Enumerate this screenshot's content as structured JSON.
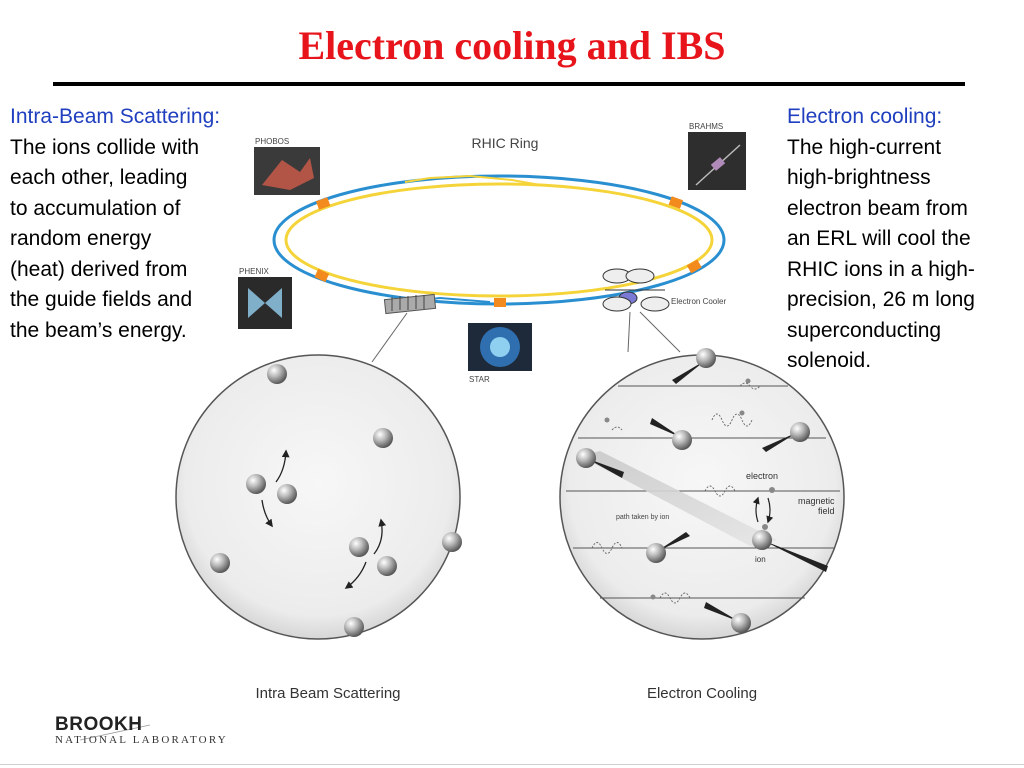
{
  "title": "Electron cooling and IBS",
  "left_panel": {
    "heading": "Intra-Beam Scattering:",
    "lines": [
      "The ions collide with",
      "each other, leading",
      "to accumulation of",
      "random energy",
      "(heat) derived from",
      "the guide fields and",
      "the beam’s energy."
    ]
  },
  "right_panel": {
    "heading": "Electron cooling:",
    "lines": [
      "The high-current",
      "high-brightness",
      "electron beam from",
      "an ERL will cool the",
      "RHIC ions in a high-",
      "precision, 26 m long",
      "superconducting",
      "solenoid."
    ]
  },
  "ring": {
    "title": "RHIC Ring",
    "experiments": [
      "PHOBOS",
      "BRAHMS",
      "PHENIX",
      "STAR"
    ],
    "cooler_label": "Electron Cooler",
    "colors": {
      "yellow_ring": "#f5d43a",
      "blue_ring": "#2a8fd0",
      "magnet": "#f28a1e"
    }
  },
  "ibs_circle": {
    "caption": "Intra Beam Scattering"
  },
  "cooling_circle": {
    "caption": "Electron Cooling",
    "labels": {
      "electron": "electron",
      "magnetic_field": "magnetic\nfield",
      "path": "path taken by ion",
      "ion": "ion"
    }
  },
  "logo": {
    "line1": "BROOKH",
    "line2": "NATIONAL LABORATORY"
  },
  "colors": {
    "title": "#e8141b",
    "heading": "#1f3fbf"
  }
}
